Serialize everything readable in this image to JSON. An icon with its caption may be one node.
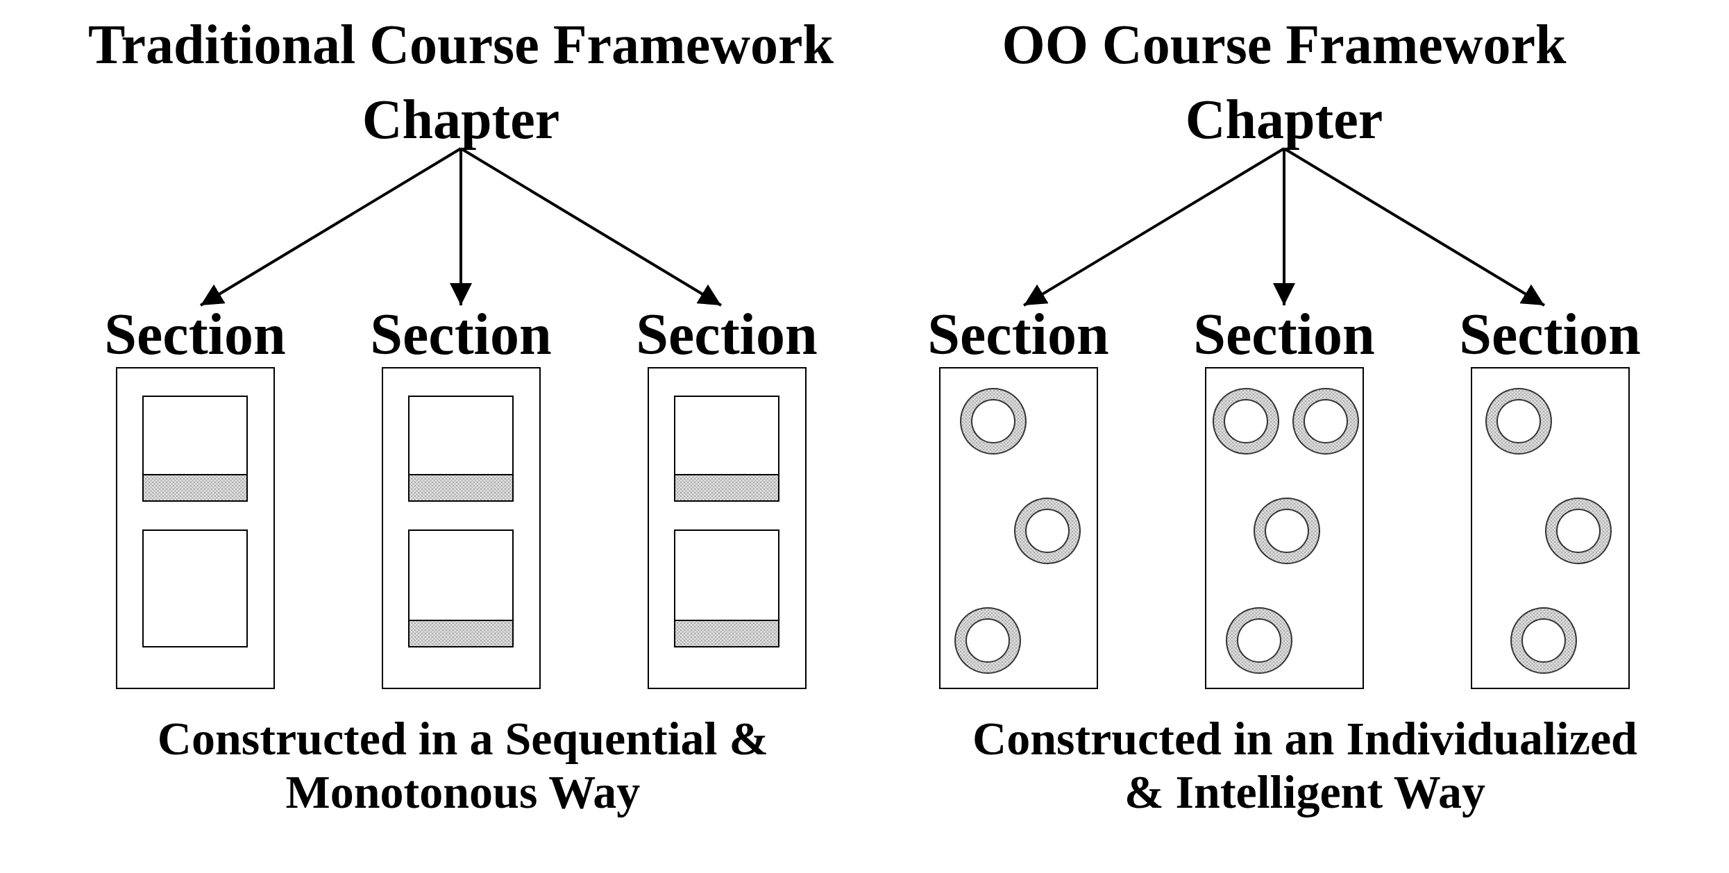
{
  "diagram": {
    "nodes": [
      {
        "text": [
          "Chapter"
        ]
      },
      {
        "text": [
          "Section"
        ]
      },
      {
        "text": [
          "Section"
        ]
      },
      {
        "text": [
          "Section"
        ]
      },
      {
        "text": [
          "Chapter"
        ]
      },
      {
        "text": [
          "Section"
        ]
      },
      {
        "text": [
          "Section"
        ]
      },
      {
        "text": [
          "Section"
        ]
      }
    ],
    "edges": [
      {
        "from": 0,
        "to": 1,
        "arrow": "to"
      },
      {
        "from": 0,
        "to": 2,
        "arrow": "to"
      },
      {
        "from": 0,
        "to": 3,
        "arrow": "to"
      },
      {
        "from": 4,
        "to": 5,
        "arrow": "to"
      },
      {
        "from": 4,
        "to": 6,
        "arrow": "to"
      },
      {
        "from": 4,
        "to": 7,
        "arrow": "to"
      }
    ],
    "labels": [
      "Traditional Course Framework",
      "OO Course Framework",
      "Constructed in a Sequential & Monotonous Way",
      "Constructed in an Individualized & Intelligent Way"
    ]
  }
}
